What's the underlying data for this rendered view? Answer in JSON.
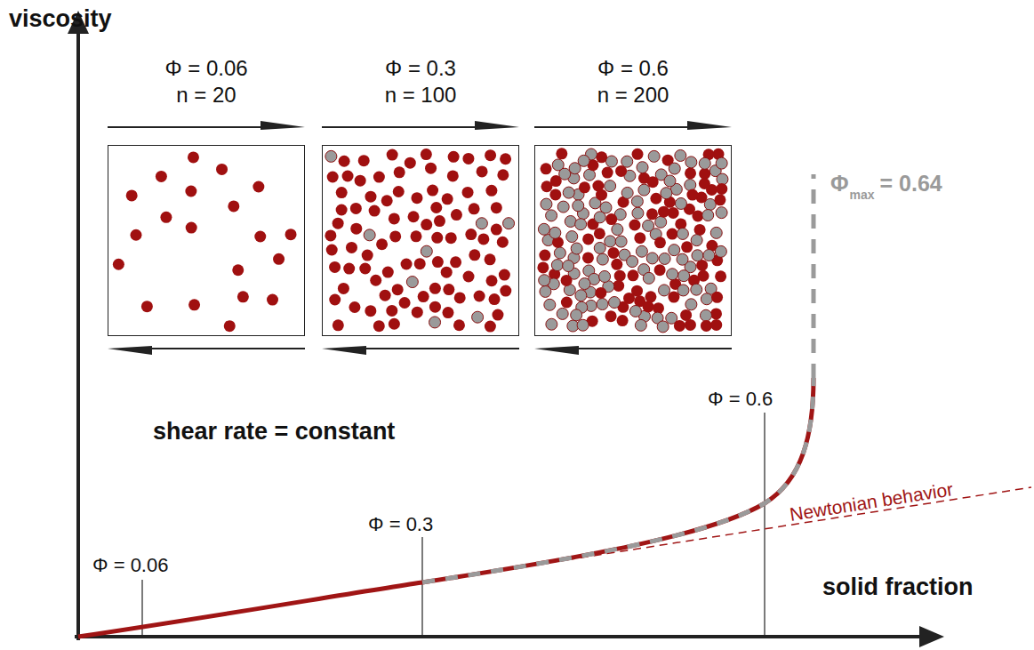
{
  "diagram": {
    "nodes": [
      {
        "text": [
          "Φ = 0.06",
          "n = 20"
        ]
      },
      {
        "text": [
          "Φ = 0.3",
          "n = 100"
        ]
      },
      {
        "text": [
          "Φ = 0.6",
          "n = 200"
        ]
      }
    ],
    "labels": [
      "viscosity",
      "solid fraction",
      "shear rate = constant",
      "Newtonian behavior",
      "Φ = 0.06",
      "Φ = 0.3",
      "Φ = 0.6",
      "Φ",
      "max",
      "= 0.64"
    ]
  }
}
